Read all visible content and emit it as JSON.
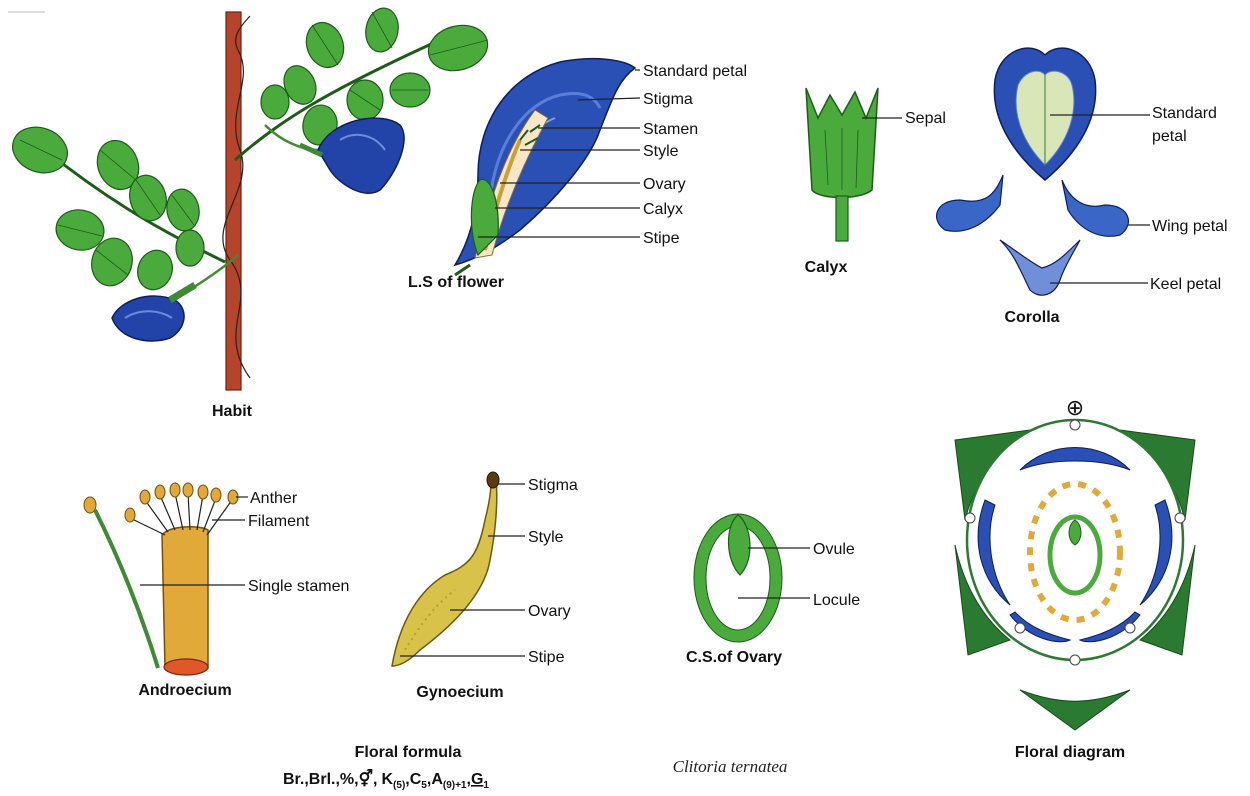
{
  "captions": {
    "habit": "Habit",
    "ls_flower": "L.S of flower",
    "calyx": "Calyx",
    "corolla": "Corolla",
    "androecium": "Androecium",
    "gynoecium": "Gynoecium",
    "cs_ovary": "C.S.of Ovary",
    "floral_diagram": "Floral diagram",
    "floral_formula_title": "Floral formula",
    "species": "Clitoria ternatea"
  },
  "ls_labels": {
    "standard_petal": "Standard petal",
    "stigma": "Stigma",
    "stamen": "Stamen",
    "style": "Style",
    "ovary": "Ovary",
    "calyx": "Calyx",
    "stipe": "Stipe"
  },
  "calyx_labels": {
    "sepal": "Sepal"
  },
  "corolla_labels": {
    "standard_1": "Standard",
    "standard_2": "petal",
    "wing_petal": "Wing petal",
    "keel_petal": "Keel petal"
  },
  "androecium_labels": {
    "anther": "Anther",
    "filament": "Filament",
    "single_stamen": "Single stamen"
  },
  "gynoecium_labels": {
    "stigma": "Stigma",
    "style": "Style",
    "ovary": "Ovary",
    "stipe": "Stipe"
  },
  "ovary_labels": {
    "ovule": "Ovule",
    "locule": "Locule"
  },
  "floral_formula": {
    "prefix": "Br.,Brl.,%,",
    "sex_symbol": "⚥",
    "k": "K",
    "k_sub": "(5)",
    "c": "C",
    "c_sub": "5",
    "a": "A",
    "a_sub": "(9)+1",
    "g": "G",
    "g_sub": "1",
    "sep": ","
  },
  "floral_diagram_symbol": "⊕"
}
